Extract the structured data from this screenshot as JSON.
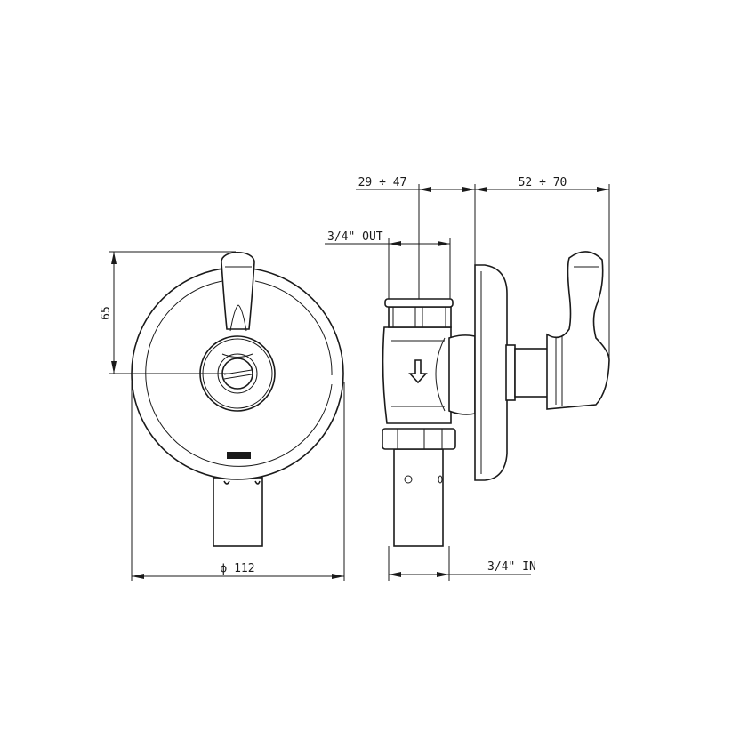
{
  "dimensions": {
    "height": "65",
    "diameter": "ϕ 112",
    "wall_range": "29 ÷ 47",
    "handle_range": "52 ÷ 70",
    "outlet": "3/4\" OUT",
    "inlet": "3/4\" IN"
  },
  "icons": {
    "flow_direction": "arrow-down-icon"
  },
  "colors": {
    "line": "#1a1a1a",
    "background": "#ffffff"
  }
}
